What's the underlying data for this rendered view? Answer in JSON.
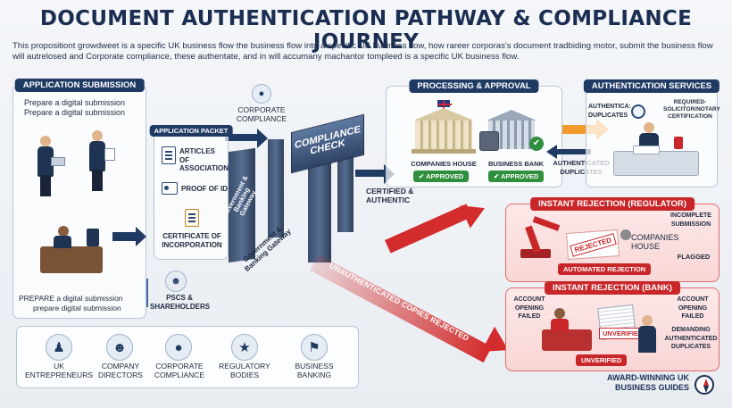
{
  "title": "DOCUMENT AUTHENTICATION PATHWAY & COMPLIANCE JOURNEY",
  "intro": "This propositiont growdweet is a specific UK business flow the business flow into a specific UK business flow, how rareer corporas's document tradbiding motor, submit the business flow will autrelosed and Corporate compliance, these authentate, and in will accumany machantor tompleed is a specific UK business flow.",
  "application_submission": {
    "heading": "APPLICATION SUBMISSION",
    "line1": "Prepare a digital submission",
    "line2": "Prepare a digital submission",
    "bottom_line1": "PREPARE a digital submission",
    "bottom_line2": "prepare digital submission"
  },
  "application_packet": {
    "heading": "APPLICATION PACKET",
    "items": [
      "ARTICLES OF ASSOCIATION",
      "PROOF OF ID",
      "CERTIFICATE OF INCORPORATION"
    ]
  },
  "corporate_compliance_label": "CORPORATE COMPLIANCE",
  "pscs_label": "PSCs & SHAREHOLDERS",
  "gateway": {
    "left_pillar_text": "Government & Banking Gateway",
    "bottom_text": "Government & Banking Gateway",
    "beam_text": "COMPLIANCE CHECK"
  },
  "certified_label": "CERTIFIED & AUTHENTIC",
  "unauthenticated_label": "UNAUTHENTICATED COPIES REJECTED",
  "processing": {
    "heading": "PROCESSING & APPROVAL",
    "companies_house": "COMPANIES HOUSE",
    "business_bank": "BUSINESS BANK",
    "approved1": "✔ APPROVED",
    "approved2": "✔ APPROVED"
  },
  "authentication_services": {
    "heading": "AUTHENTICATION SERVICES",
    "left_label": "AUTHENTICA: DUPLICATES",
    "right_label": "REQUIRED-SOLICITOR/NOTARY CERTIFICATION",
    "duplicates_label": "AUTHENTICATED DUPLICATES"
  },
  "rejection_regulator": {
    "heading": "INSTANT REJECTION (REGULATOR)",
    "incomplete": "INCOMPLETE SUBMISSION",
    "stamp": "REJECTED",
    "companies_house": "COMPANIES HOUSE",
    "flagged": "FLAGGED",
    "tag": "AUTOMATED REJECTION"
  },
  "rejection_bank": {
    "heading": "INSTANT REJECTION (BANK)",
    "left_label": "ACCOUNT OPENING FAILED",
    "right_label": "ACCOUNT OPENING FAILED",
    "demanding": "DEMANDING AUTHENTICATED DUPLICATES",
    "stamp": "UNVERIFIED",
    "tag": "UNVERIFIED"
  },
  "audiences": [
    {
      "label": "UK ENTREPRENEURS",
      "icon": "person-icon"
    },
    {
      "label": "COMPANY DIRECTORS",
      "icon": "director-icon"
    },
    {
      "label": "CORPORATE COMPLIANCE",
      "icon": "group-icon"
    },
    {
      "label": "REGULATORY BODIES",
      "icon": "badge-icon"
    },
    {
      "label": "BUSINESS BANKING",
      "icon": "bank-icon"
    }
  ],
  "footer_brand": "AWARD-WINNING UK BUSINESS GUIDES",
  "colors": {
    "navy": "#1f3a63",
    "red": "#c9262a",
    "green": "#2f8f3c",
    "orange": "#f39a2e"
  }
}
